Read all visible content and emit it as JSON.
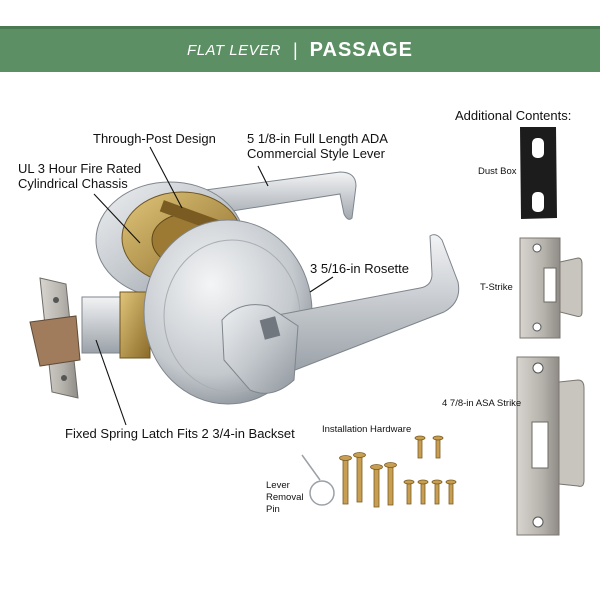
{
  "banner": {
    "left": "FLAT LEVER",
    "separator": "|",
    "right": "PASSAGE"
  },
  "callouts": {
    "through_post": "Through-Post Design",
    "ada_lever_line1": "5 1/8-in Full Length ADA",
    "ada_lever_line2": "Commercial Style Lever",
    "fire_rated_line1": "UL 3 Hour Fire Rated",
    "fire_rated_line2": "Cylindrical Chassis",
    "rosette": "3 5/16-in Rosette",
    "latch": "Fixed Spring Latch Fits 2 3/4-in Backset"
  },
  "additional": {
    "title": "Additional Contents:",
    "dust_box": "Dust Box",
    "t_strike": "T-Strike",
    "asa_strike": "4 7/8-in ASA Strike",
    "install_hw": "Installation Hardware",
    "removal_pin_line1": "Lever",
    "removal_pin_line2": "Removal",
    "removal_pin_line3": "Pin"
  },
  "colors": {
    "banner": "#5c8f64",
    "chrome": "#c9cdd2",
    "brass": "#b08a3a",
    "steel": "#b9b6b1",
    "dust_box": "#1c1c1c"
  }
}
